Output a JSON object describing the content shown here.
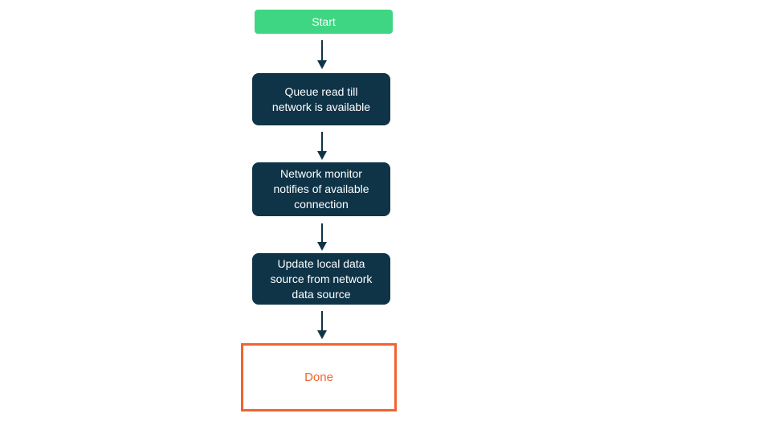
{
  "diagram": {
    "type": "flowchart",
    "nodes": [
      {
        "id": "start",
        "type": "start",
        "label": "Start"
      },
      {
        "id": "queue-read",
        "type": "process",
        "label": "Queue read till\nnetwork is available"
      },
      {
        "id": "network-monitor",
        "type": "process",
        "label": "Network monitor\nnotifies of available\nconnection"
      },
      {
        "id": "update-local",
        "type": "process",
        "label": "Update local data\nsource from network\ndata source"
      },
      {
        "id": "done",
        "type": "end",
        "label": "Done"
      }
    ],
    "edges": [
      {
        "from": "start",
        "to": "queue-read",
        "style": "arrow-down"
      },
      {
        "from": "queue-read",
        "to": "network-monitor",
        "style": "arrow-down"
      },
      {
        "from": "network-monitor",
        "to": "update-local",
        "style": "arrow-down"
      },
      {
        "from": "update-local",
        "to": "done",
        "style": "arrow-down"
      }
    ],
    "colors": {
      "background": "#ffffff",
      "start_node_bg": "#3ed682",
      "process_node_bg": "#0f3448",
      "node_text": "#ffffff",
      "arrow": "#0f3448",
      "end_node_border": "#f1632f",
      "end_node_text": "#f1632f",
      "end_node_bg": "#ffffff"
    }
  }
}
